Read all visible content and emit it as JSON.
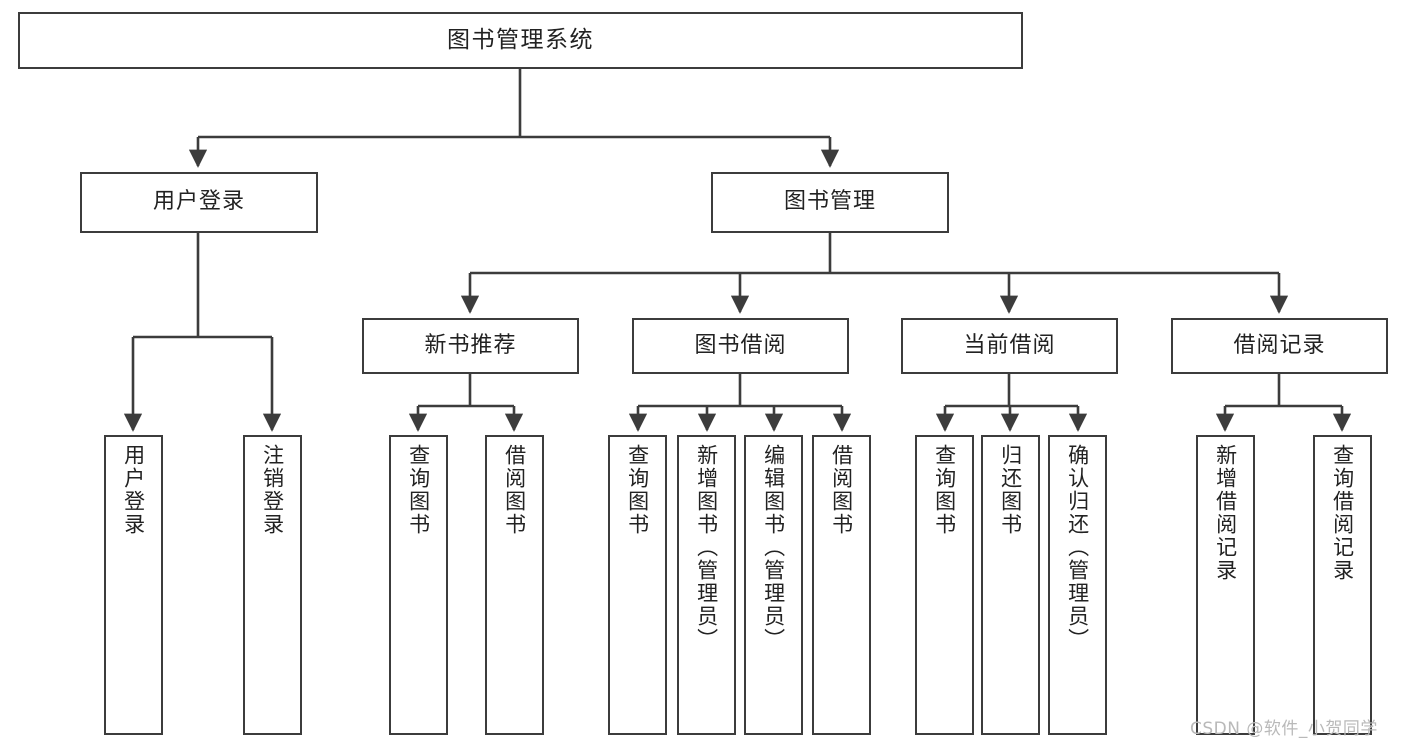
{
  "diagram": {
    "type": "tree",
    "title": "图书管理系统",
    "orientation": "top-down",
    "colors": {
      "background": "#ffffff",
      "box_border": "#3c3c3c",
      "box_fill": "#ffffff",
      "connector": "#3c3c3c",
      "text": "#222222",
      "watermark": "#b9b9b9"
    }
  },
  "root": {
    "label": "图书管理系统"
  },
  "level2": [
    {
      "label": "用户登录"
    },
    {
      "label": "图书管理"
    }
  ],
  "level3": [
    {
      "label": "新书推荐"
    },
    {
      "label": "图书借阅"
    },
    {
      "label": "当前借阅"
    },
    {
      "label": "借阅记录"
    }
  ],
  "leaves": {
    "user_login": [
      {
        "label": "用户登录"
      },
      {
        "label": "注销登录"
      }
    ],
    "new_book_recommend": [
      {
        "label": "查询图书"
      },
      {
        "label": "借阅图书"
      }
    ],
    "book_borrow": [
      {
        "label": "查询图书"
      },
      {
        "label": "新增图书（管理员）"
      },
      {
        "label": "编辑图书（管理员）"
      },
      {
        "label": "借阅图书"
      }
    ],
    "current_borrow": [
      {
        "label": "查询图书"
      },
      {
        "label": "归还图书"
      },
      {
        "label": "确认归还（管理员）"
      }
    ],
    "borrow_record": [
      {
        "label": "新增借阅记录"
      },
      {
        "label": "查询借阅记录"
      }
    ]
  },
  "watermark": {
    "text": "CSDN @软件_小贺同学"
  }
}
